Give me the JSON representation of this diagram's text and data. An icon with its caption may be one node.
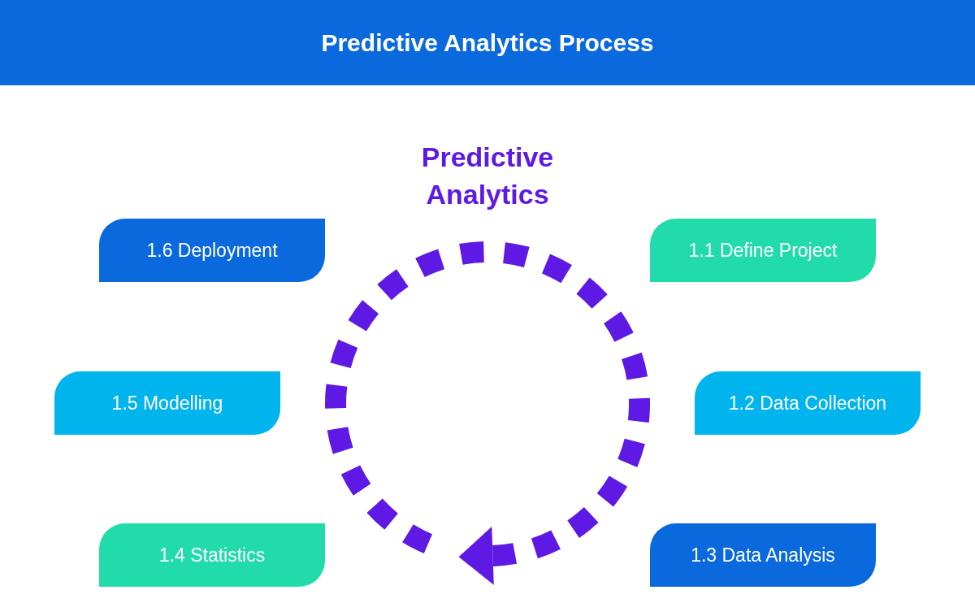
{
  "diagram": {
    "title": "Predictive Analytics Process",
    "nodes": [
      {
        "text": [
          "1.1 Define Project"
        ]
      },
      {
        "text": [
          "1.2 Data Collection"
        ]
      },
      {
        "text": [
          "1.3 Data Analysis"
        ]
      },
      {
        "text": [
          "1.4 Statistics"
        ]
      },
      {
        "text": [
          "1.5 Modelling"
        ]
      },
      {
        "text": [
          "1.6 Deployment"
        ]
      }
    ],
    "labels": [
      "Predictive Analytics"
    ]
  }
}
